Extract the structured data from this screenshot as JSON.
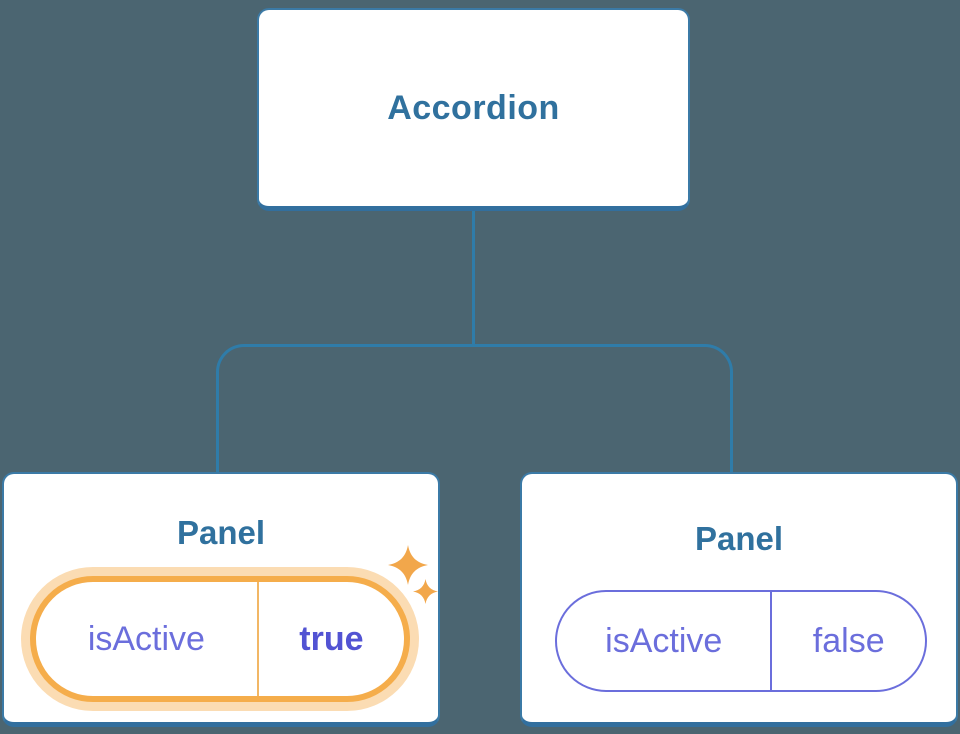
{
  "diagram": {
    "description": "React component tree showing an Accordion parent with two Panel children holding isActive state",
    "root": {
      "label": "Accordion"
    },
    "panels": [
      {
        "title": "Panel",
        "state_name": "isActive",
        "state_value": "true",
        "active": true,
        "decoration": "sparkle-icons"
      },
      {
        "title": "Panel",
        "state_name": "isActive",
        "state_value": "false",
        "active": false,
        "decoration": "none"
      }
    ]
  },
  "icons": {
    "sparkle_large": "sparkle-icon",
    "sparkle_small": "sparkle-icon"
  },
  "colors": {
    "background": "#4B6571",
    "box_border_blue": "#3B7AA6",
    "box_shadow_blue": "#326F9E",
    "connector_blue": "#2F7CA9",
    "label_blue": "#30719E",
    "state_purple": "#6B6EDC",
    "state_value_purple": "#5253D3",
    "highlight_orange": "#F5AD4B",
    "highlight_glow": "rgba(246,177,86,0.45)",
    "sparkle_orange": "#F2A74B",
    "panel_background": "#FFFFFF"
  }
}
